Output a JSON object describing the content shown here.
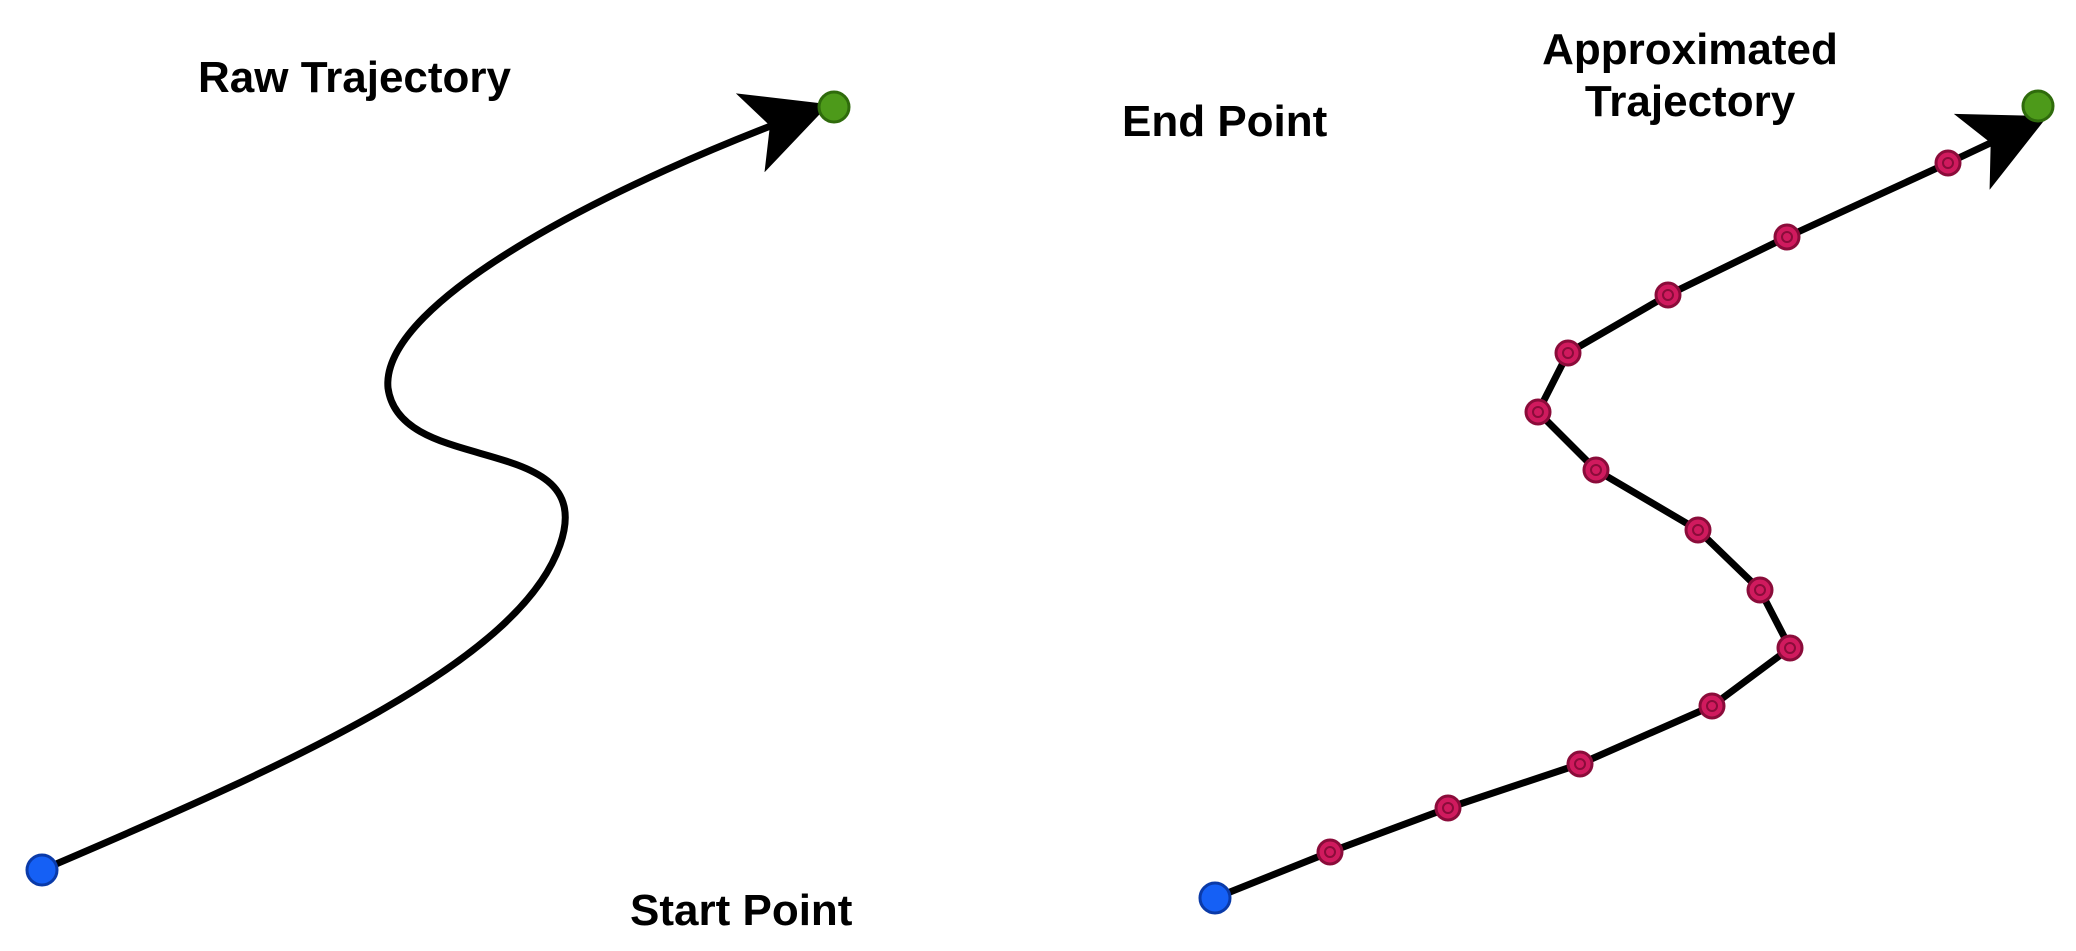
{
  "labels": {
    "raw_trajectory": "Raw Trajectory",
    "end_point": "End Point",
    "start_point": "Start Point",
    "approximated_trajectory": "Approximated Trajectory"
  },
  "colors": {
    "start_point": "#1560f5",
    "end_point": "#4d9a1a",
    "waypoint": "#d01a5e",
    "curve": "#000000"
  },
  "approximated": {
    "waypoint_count": 13
  }
}
